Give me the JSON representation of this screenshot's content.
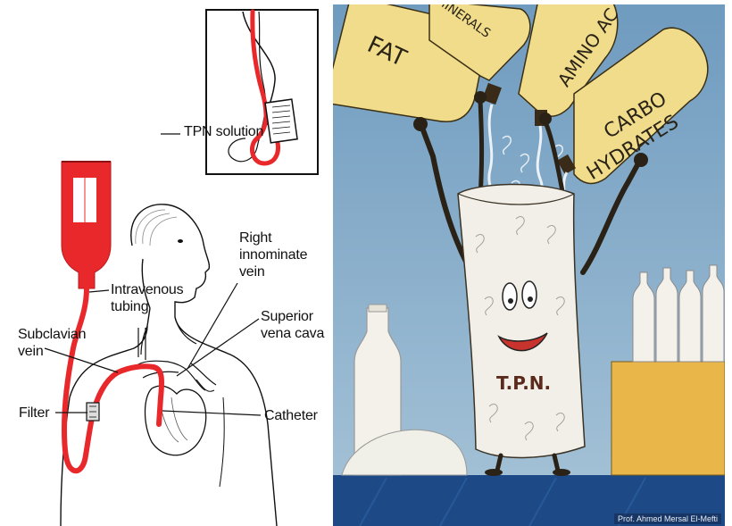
{
  "left_diagram": {
    "labels": {
      "tpn_solution": "TPN solution",
      "right_innominate_vein": "Right\ninnominate\nvein",
      "intravenous_tubing": "Intravenous\ntubing",
      "superior_vena_cava": "Superior\nvena cava",
      "subclavian_vein": "Subclavian\nvein",
      "filter": "Filter",
      "catheter": "Catheter"
    },
    "colors": {
      "tubing": "#e8282b",
      "line": "#1a1a1a"
    }
  },
  "right_poster": {
    "labels": {
      "fat": "FAT",
      "minerals": "MINERALS",
      "amino": "AMINO AC",
      "carbo": "CARBO",
      "hydrates": "HYDRATES",
      "tpn_bag": "T.P.N."
    },
    "credit": "Prof. Ahmed Mersal El-Mefti",
    "colors": {
      "sky": "#7fa6c4",
      "bottle": "#f0dc8a",
      "table": "#e9b64a",
      "floor": "#1d4a86"
    }
  }
}
